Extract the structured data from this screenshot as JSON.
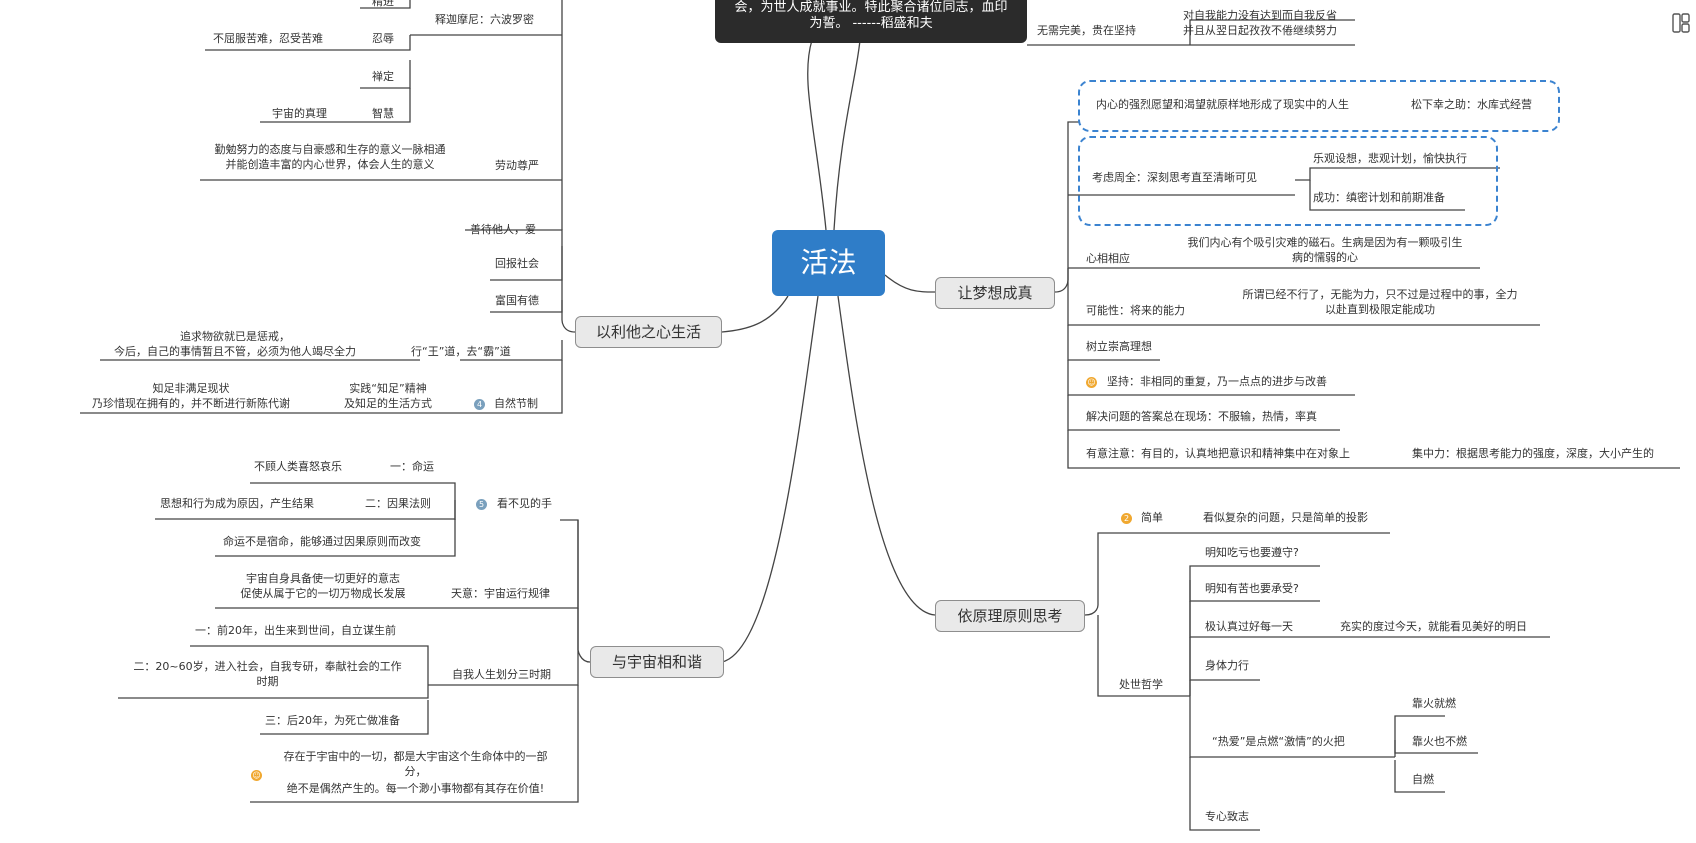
{
  "root": {
    "title": "活法"
  },
  "quote": {
    "line1": "会，为世人成就事业。特此聚合诸位同志，血印",
    "line2": "为誓。      ------稻盛和夫"
  },
  "branches": {
    "b1": "以利他之心生活",
    "b2": "与宇宙相和谐",
    "b3": "让梦想成真",
    "b4": "依原理原则思考"
  },
  "top_right": {
    "t1": "无需完美，贵在坚持",
    "t2a": "对自我能力没有达到而自我反省",
    "t2b": "并且从翌日起孜孜不倦继续努力"
  },
  "left_top": {
    "jingjin": "精进",
    "liudu": "释迦摩尼：六波罗密",
    "renru": "忍辱",
    "renru_desc": "不屈服苦难，忍受苦难",
    "chanding": "禅定",
    "zhihui": "智慧",
    "zhihui_desc": "宇宙的真理",
    "laodong": "劳动尊严",
    "laodong_desc1": "勤勉努力的态度与自豪感和生存的意义一脉相通",
    "laodong_desc2": "并能创造丰富的内心世界，体会人生的意义"
  },
  "lita": {
    "i1": "善待他人，爱",
    "i2": "回报社会",
    "i3": "富国有德",
    "i4": "行“王”道，去“霸”道",
    "i4_desc1": "追求物欲就已是惩戒，",
    "i4_desc2": "今后，自己的事情暂且不管，必须为他人竭尽全力",
    "i5": "自然节制",
    "i5_mid1": "实践“知足”精神",
    "i5_mid2": "及知足的生活方式",
    "i5_desc1": "知足非满足现状",
    "i5_desc2": "乃珍惜现在拥有的，并不断进行新陈代谢"
  },
  "yuzhou": {
    "kanbujian": "看不见的手",
    "mingyun": "一：命运",
    "mingyun_desc": "不顾人类喜怒哀乐",
    "yinguo": "二：因果法则",
    "yinguo_desc": "思想和行为成为原因，产生结果",
    "gaibian": "命运不是宿命，能够通过因果原则而改变",
    "tianyi": "天意：宇宙运行规律",
    "tianyi_desc1": "宇宙自身具备使一切更好的意志",
    "tianyi_desc2": "促使从属于它的一切万物成长发展",
    "sanshiqi": "自我人生划分三时期",
    "p1": "一：前20年，出生来到世间，自立谋生前",
    "p2a": "二：20~60岁，进入社会，自我专研，奉献社会的工作",
    "p2b": "时期",
    "p3": "三：后20年，为死亡做准备",
    "cunzai1": "存在于宇宙中的一切，都是大宇宙这个生命体中的一部",
    "cunzai2": "分，",
    "cunzai3": "绝不是偶然产生的。每一个渺小事物都有其存在价值!"
  },
  "mengxiang": {
    "neixin": "内心的强烈愿望和渴望就原样地形成了现实中的人生",
    "songxia": "松下幸之助：水库式经营",
    "kaolv": "考虑周全：深刻思考直至清晰可见",
    "leguan": "乐观设想，悲观计划，愉快执行",
    "chenggong": "成功：缜密计划和前期准备",
    "xinxiang": "心相相应",
    "xinxiang_desc1": "我们内心有个吸引灾难的磁石。生病是因为有一颗吸引生",
    "xinxiang_desc2": "病的懦弱的心",
    "kenengxing": "可能性：将来的能力",
    "kenengxing_desc1": "所谓已经不行了，无能为力，只不过是过程中的事，全力",
    "kenengxing_desc2": "以赴直到极限定能成功",
    "shuli": "树立崇高理想",
    "jianchi": "坚持：非相同的重复，乃一点点的进步与改善",
    "jiejue": "解决问题的答案总在现场：不服输，热情，率真",
    "youyi": "有意注意：有目的，认真地把意识和精神集中在对象上",
    "jizhongli": "集中力：根据思考能力的强度，深度，大小产生的"
  },
  "yuanli": {
    "jiandan": "简单",
    "jiandan_desc": "看似复杂的问题，只是简单的投影",
    "chushi": "处世哲学",
    "s1": "明知吃亏也要遵守?",
    "s2": "明知有苦也要承受?",
    "s3": "极认真过好每一天",
    "s3_desc": "充实的度过今天，就能看见美好的明日",
    "s4": "身体力行",
    "s5": "“热爱”是点燃“激情”的火把",
    "f1": "靠火就燃",
    "f2": "靠火也不燃",
    "f3": "自燃",
    "s6": "专心致志"
  },
  "markers": {
    "m2": "2",
    "m4": "4",
    "m5": "5"
  },
  "colors": {
    "root": "#2f7dc8",
    "dash": "#3b83d0",
    "line": "#444444"
  }
}
